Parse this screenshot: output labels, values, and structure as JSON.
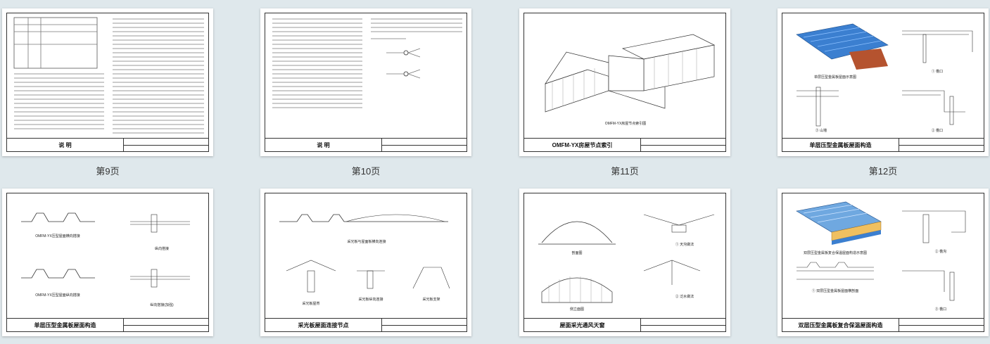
{
  "pages": [
    {
      "label": "第9页",
      "title": "说   明"
    },
    {
      "label": "第10页",
      "title": "说   明"
    },
    {
      "label": "第11页",
      "title": "OMFM-YX房屋节点索引"
    },
    {
      "label": "第12页",
      "title": "单层压型金属板屋面构造"
    },
    {
      "title": "单层压型金属板屋面构造"
    },
    {
      "title": "采光板屋面连接节点"
    },
    {
      "title": "屋面采光通风天窗"
    },
    {
      "title": "双层压型金属板复合保温屋面构造"
    }
  ],
  "captions": {
    "p11_drawing": "OMFM-YX房屋节点索引图",
    "p12_a": "单层压型金属板屋面示意图",
    "p12_b": "① 檐口",
    "p12_c": "② 檐口",
    "p12_d": "③ 山墙",
    "p13_a": "OMFM-YX压型屋面横向搭接",
    "p13_b": "纵向搭接",
    "p13_c": "OMFM-YX压型屋面纵向搭接",
    "p13_d": "纵向搭接(加强)",
    "p14_a": "采光板与屋面板横向连接",
    "p14_b": "采光板屋脊",
    "p14_c": "采光板纵向连接",
    "p14_d": "采光板支架",
    "p15_a": "剖面图",
    "p15_b": "① 天沟做法",
    "p15_c": "侧立面图",
    "p15_d": "② 泛水做法",
    "p16_a": "双层压型金属板复合保温屋面构造示意图",
    "p16_b": "① 双层压型金属板屋面横剖面",
    "p16_c": "② 檐沟",
    "p16_d": "③ 檐口"
  },
  "colors": {
    "background": "#dfe8ec",
    "roof_blue": "#3b7fd0",
    "brick": "#b5532f"
  }
}
